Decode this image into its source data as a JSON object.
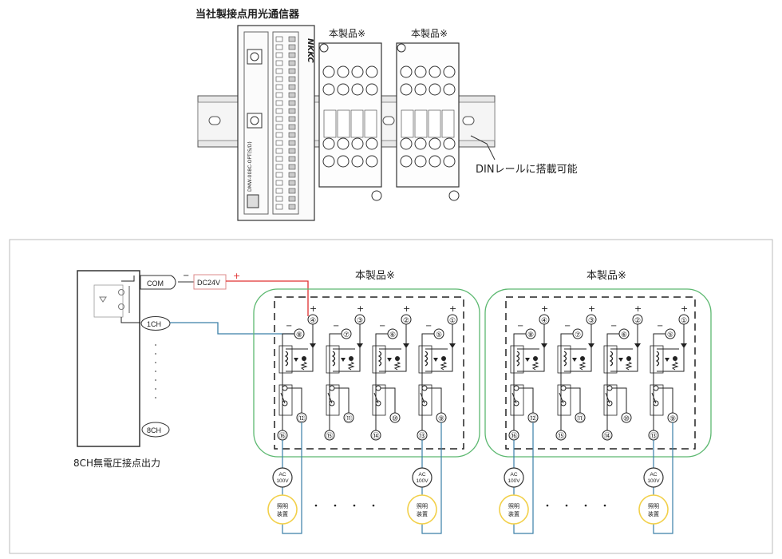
{
  "top": {
    "title": "当社製接点用光通信器",
    "product_label_1": "本製品※",
    "product_label_2": "本製品※",
    "din_note": "DINレールに搭載可能",
    "device_logo": "NKKC",
    "device_model": "DMW-008C-OPT(S/D)"
  },
  "wiring": {
    "com": "COM",
    "dc_supply": "DC24V",
    "minus": "−",
    "plus": "+",
    "ch1": "1CH",
    "ch8": "8CH",
    "output_label": "8CH無電圧接点出力",
    "modules": [
      {
        "title": "本製品※"
      },
      {
        "title": "本製品※"
      }
    ],
    "plus_terminals": [
      "④",
      "③",
      "②",
      "①"
    ],
    "minus_terminals": [
      "⑧",
      "⑦",
      "⑥",
      "⑤"
    ],
    "out_upper": [
      "⑫",
      "⑪",
      "⑩",
      "⑨"
    ],
    "out_lower": [
      "⑯",
      "⑮",
      "⑭",
      "⑬"
    ],
    "ac_line1": "AC",
    "ac_line2": "100V",
    "lamp_line1": "照明",
    "lamp_line2": "装置",
    "colors": {
      "red": "#e03030",
      "blue": "#3a7fa8",
      "green": "#5cb870",
      "yellow": "#f2d04a"
    }
  }
}
